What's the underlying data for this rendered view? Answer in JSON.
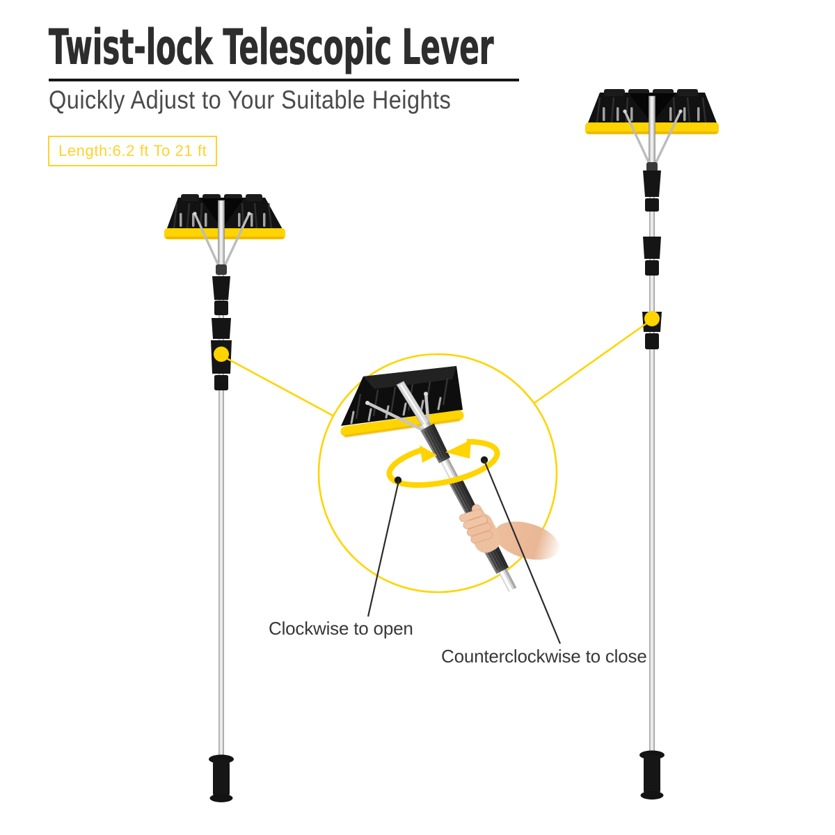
{
  "header": {
    "title": "Twist-lock Telescopic Lever",
    "subtitle": "Quickly Adjust to Your Suitable Heights",
    "length_badge": "Length:6.2 ft To 21 ft"
  },
  "callouts": {
    "clockwise_label": "Clockwise to open",
    "counterclockwise_label": "Counterclockwise to close"
  },
  "colors": {
    "accent_yellow": "#FFD400",
    "badge_yellow": "#FFD22B",
    "title_color": "#2D2D2D",
    "subtitle_color": "#4A4A4A",
    "label_color": "#373737",
    "divider_color": "#161616",
    "blade_black": "#111111",
    "pole_silver": "#E8E8E8",
    "skin_tone": "#ECBD9E"
  },
  "illustration": {
    "left_product_icon": "collapsed-snow-roof-rake",
    "right_product_icon": "extended-snow-roof-rake",
    "inset_icon": "twist-lock-zoom-circle",
    "rotation_icon": "twist-rotation-arrows"
  }
}
